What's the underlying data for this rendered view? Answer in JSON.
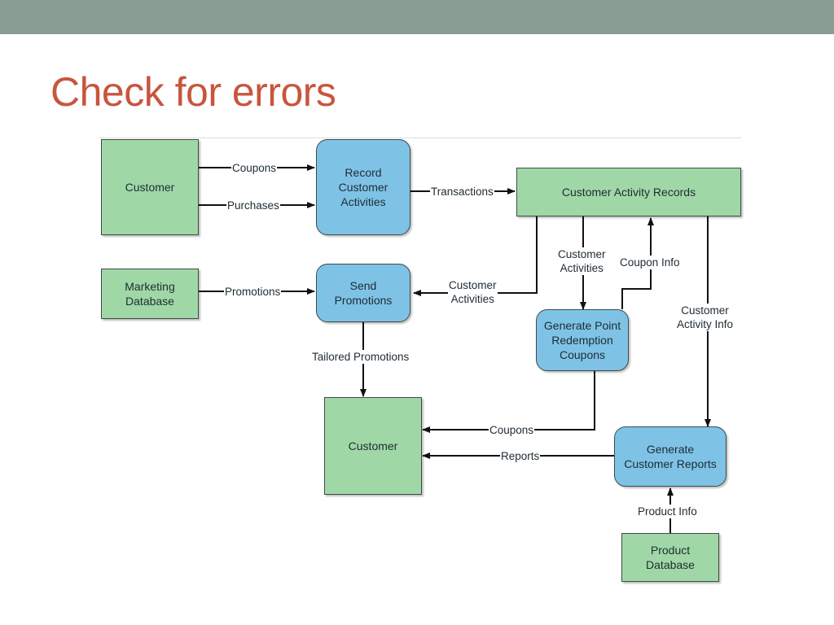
{
  "slide": {
    "title": "Check for errors"
  },
  "diagram": {
    "nodes": {
      "customer_top": "Customer",
      "record_activities": "Record\nCustomer\nActivities",
      "activity_records": "Customer Activity Records",
      "marketing_db": "Marketing\nDatabase",
      "send_promotions": "Send\nPromotions",
      "generate_coupons": "Generate Point\nRedemption\nCoupons",
      "customer_bottom": "Customer",
      "generate_reports": "Generate\nCustomer Reports",
      "product_db": "Product\nDatabase"
    },
    "flows": {
      "coupons_in": "Coupons",
      "purchases": "Purchases",
      "transactions": "Transactions",
      "promotions": "Promotions",
      "customer_activities_to_send": "Customer\nActivities",
      "customer_activities_to_generate": "Customer\nActivities",
      "coupon_info": "Coupon Info",
      "customer_activity_info": "Customer\nActivity Info",
      "tailored_promotions": "Tailored Promotions",
      "coupons_out": "Coupons",
      "reports": "Reports",
      "product_info": "Product Info"
    }
  },
  "colors": {
    "title": "#c8553d",
    "top_bar": "#8a9d95",
    "entity_fill": "#9fd8a6",
    "process_fill": "#7ec3e6"
  }
}
